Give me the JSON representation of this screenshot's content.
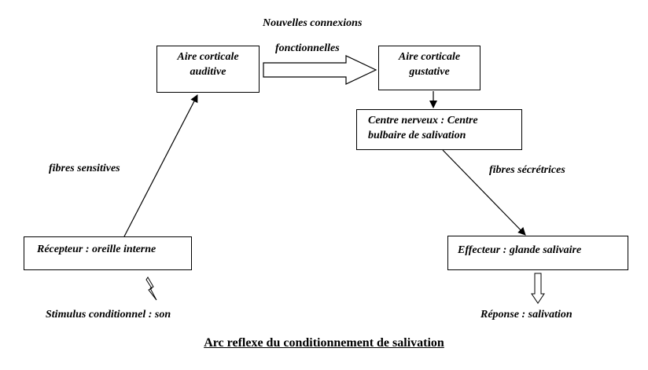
{
  "boxes": {
    "aire_auditive": "Aire corticale\nauditive",
    "aire_gustative": "Aire corticale\ngustative",
    "centre_nerveux": "Centre nerveux : Centre\nbulbaire de salivation",
    "recepteur": "Récepteur : oreille interne",
    "effecteur": "Effecteur : glande salivaire"
  },
  "labels": {
    "nouvelles_connexions": "Nouvelles connexions",
    "fonctionnelles": "fonctionnelles",
    "fibres_sensitives": "fibres  sensitives",
    "fibres_secretrices": "fibres sécrétrices",
    "stimulus": "Stimulus  conditionnel : son",
    "reponse": "Réponse : salivation"
  },
  "caption": "Arc reflexe du conditionnement de salivation"
}
